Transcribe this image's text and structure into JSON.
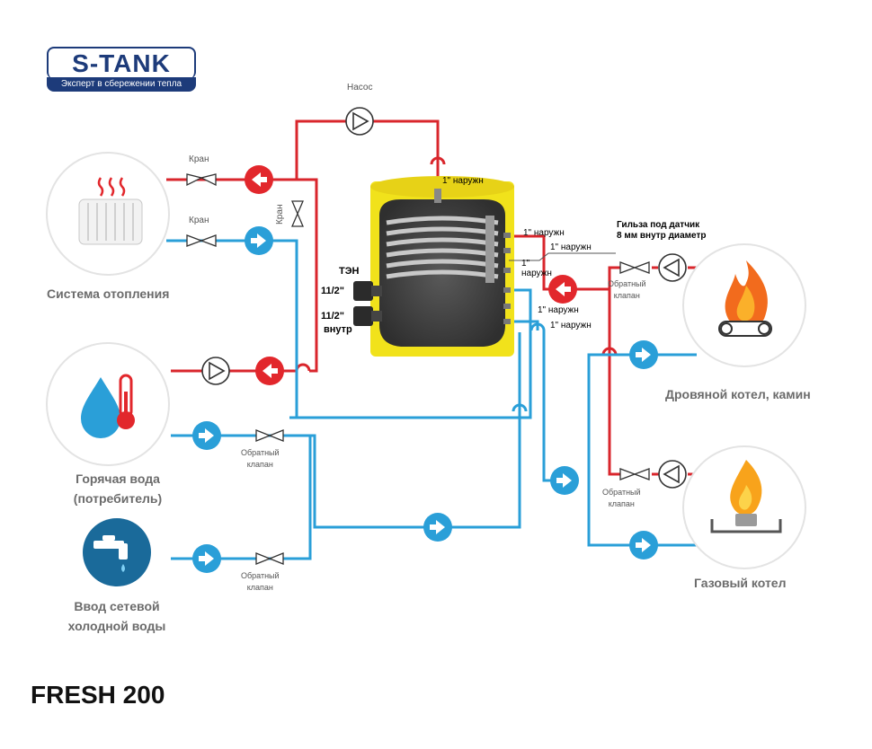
{
  "brand": {
    "name": "S-TANK",
    "tagline": "Эксперт в сбережении тепла",
    "color_primary": "#1d3b7a",
    "color_accent": "#e2272c"
  },
  "model": "FRESH 200",
  "colors": {
    "hot_pipe": "#d9262c",
    "cold_pipe": "#2a9fd8",
    "tank_body": "#f1e21b",
    "coil": "#555555"
  },
  "systems": {
    "heating": "Система отопления",
    "hot_water_line1": "Горячая вода",
    "hot_water_line2": "(потребитель)",
    "cold_water_line1": "Ввод  сетевой",
    "cold_water_line2": "холодной воды",
    "wood_boiler": "Дровяной котел, камин",
    "gas_boiler": "Газовый котел"
  },
  "labels": {
    "pump": "Насос",
    "valve": "Кран",
    "check_valve_line1": "Обратный",
    "check_valve_line2": "клапан",
    "heater": "ТЭН",
    "heater_size": "11/2\"",
    "inner": "внутр",
    "conn_1_outer": "1\" наружн",
    "conn_1": "1\"",
    "conn_outer": "наружн",
    "sensor_line1": "Гильза под датчик",
    "sensor_line2": "8 мм внутр диаметр"
  },
  "icons": [
    "radiator-icon",
    "water-drop-thermometer-icon",
    "faucet-icon",
    "fire-logs-icon",
    "gas-burner-icon",
    "pump-icon",
    "valve-icon",
    "flow-arrow-icon"
  ]
}
